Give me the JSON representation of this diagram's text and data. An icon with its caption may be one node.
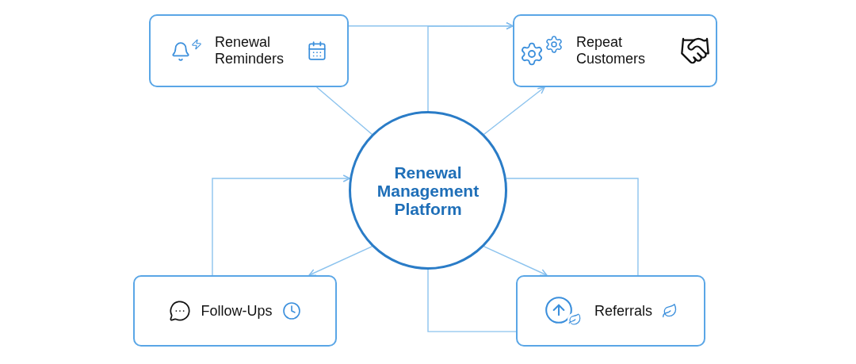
{
  "diagram": {
    "nodes": [
      {
        "text": [
          "Renewal Reminders"
        ]
      },
      {
        "text": [
          "Repeat Customers"
        ]
      },
      {
        "text": [
          "Renewal Management Platform"
        ]
      },
      {
        "text": [
          "Follow-Ups"
        ]
      },
      {
        "text": [
          "Referrals"
        ]
      }
    ],
    "edges": [
      {
        "from": 0,
        "to": 1,
        "arrow": "to"
      },
      {
        "from": 2,
        "to": 1,
        "arrow": "to"
      },
      {
        "from": 0,
        "to": 2,
        "arrow": "none"
      },
      {
        "from": 2,
        "to": 1,
        "arrow": "to"
      },
      {
        "from": 3,
        "to": 2,
        "arrow": "to"
      },
      {
        "from": 2,
        "to": 3,
        "arrow": "to"
      },
      {
        "from": 2,
        "to": 4,
        "arrow": "to"
      },
      {
        "from": 2,
        "to": 4,
        "arrow": "none"
      },
      {
        "from": 2,
        "to": 4,
        "arrow": "none"
      }
    ]
  }
}
